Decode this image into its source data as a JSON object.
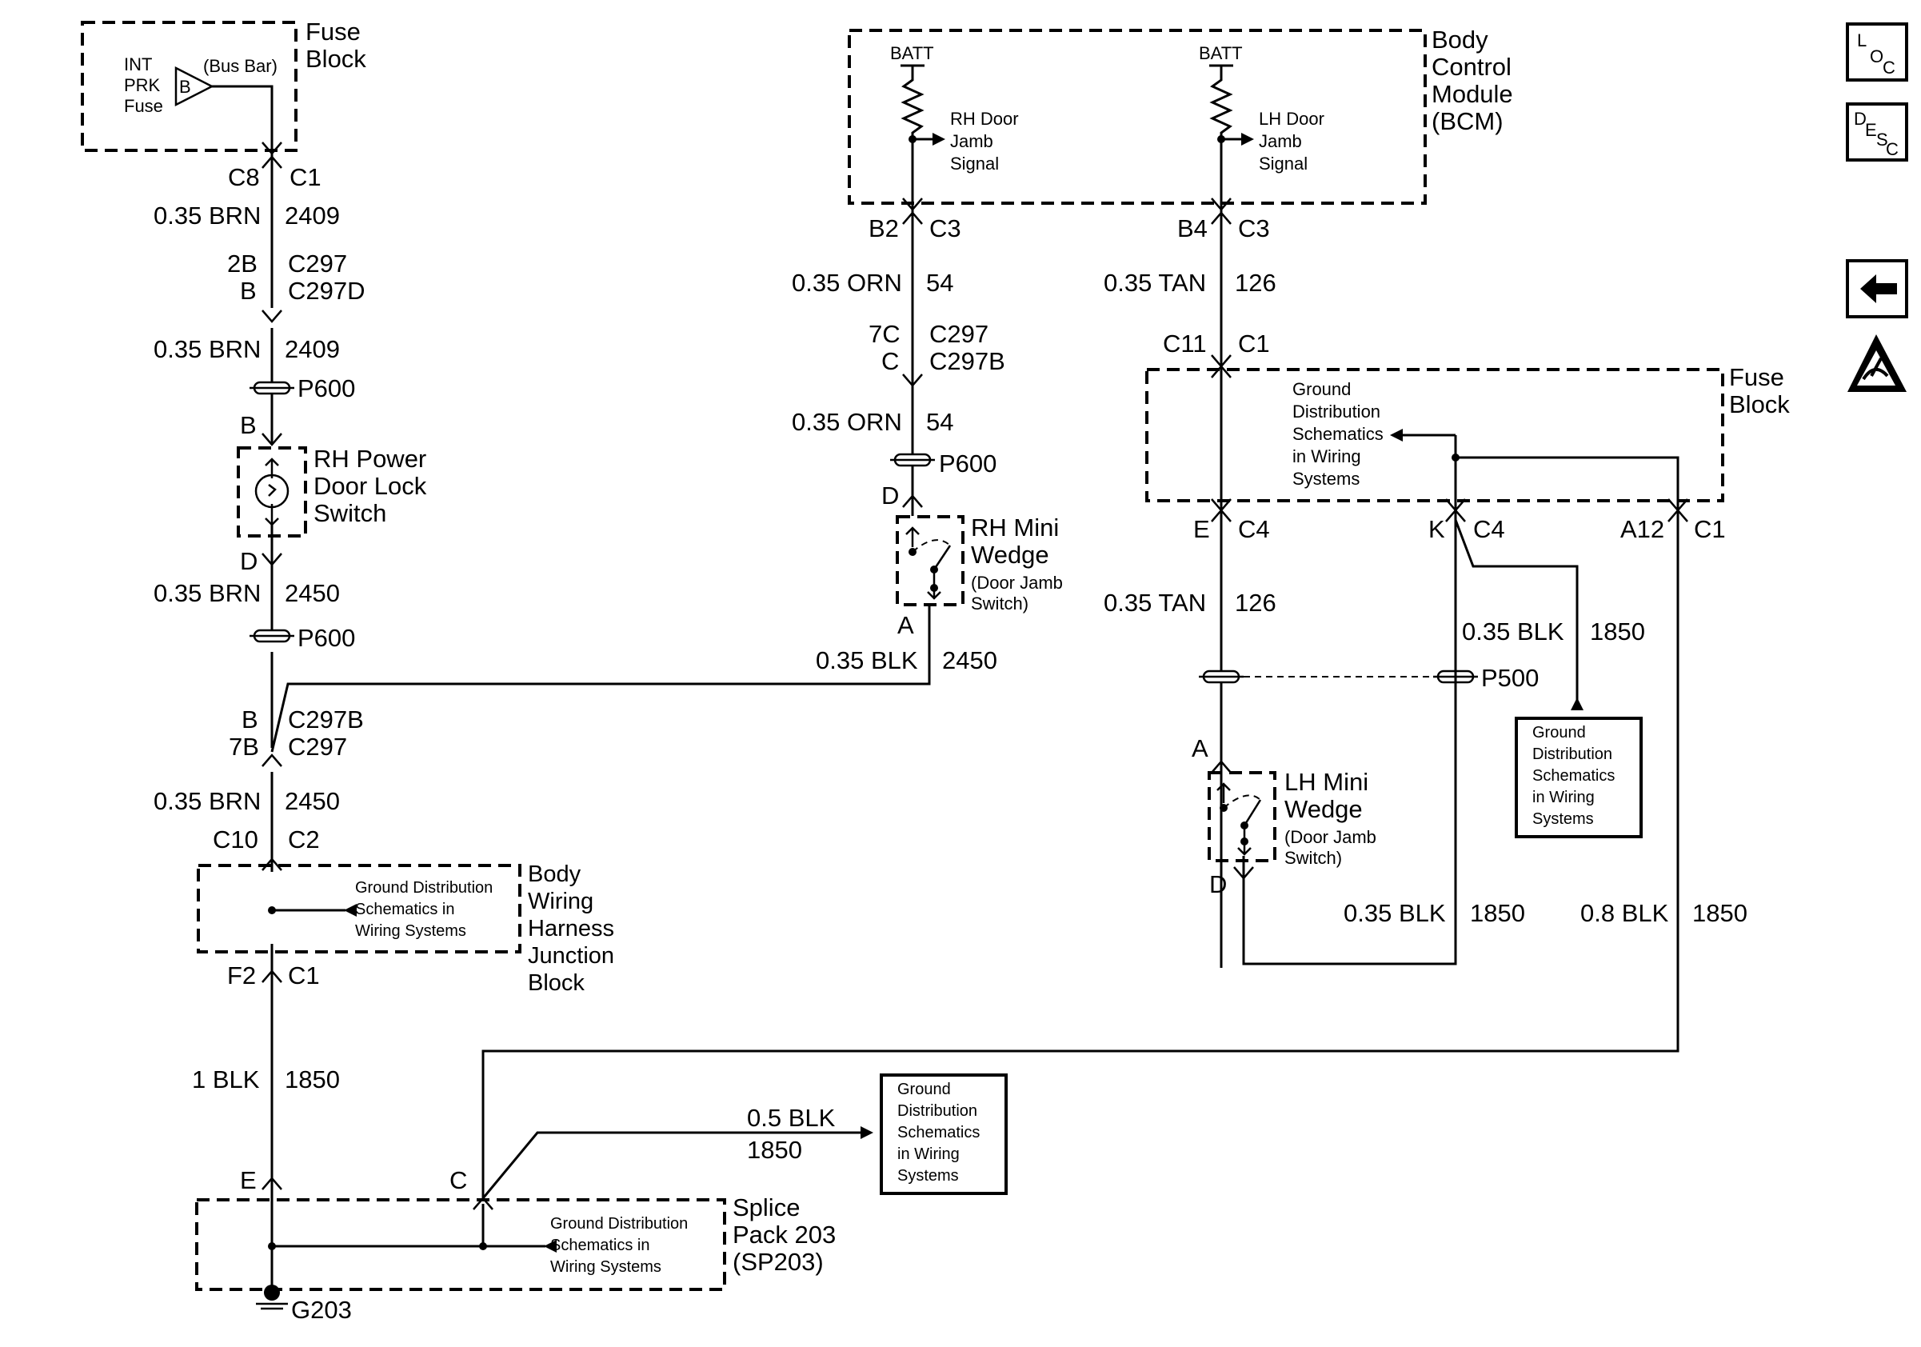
{
  "fuse_block_top": {
    "title": [
      "Fuse",
      "Block"
    ],
    "fuse_label": [
      "INT",
      "PRK",
      "Fuse"
    ],
    "bus_letter": "B",
    "bus_bar": "(Bus Bar)"
  },
  "left_column": {
    "conn_c8": "C8",
    "conn_c1_top": "C1",
    "wire1_gauge": "0.35 BRN",
    "wire1_circuit": "2409",
    "c297_pin_top": "2B",
    "c297_top": "C297",
    "c297d_pin": "B",
    "c297d": "C297D",
    "wire2_gauge": "0.35 BRN",
    "wire2_circuit": "2409",
    "p600_top": "P600",
    "switch_pin_b": "B",
    "switch_label": [
      "RH Power",
      "Door Lock",
      "Switch"
    ],
    "switch_pin_d": "D",
    "wire3_gauge": "0.35 BRN",
    "wire3_circuit": "2450",
    "p600_bottom": "P600",
    "c297b_pin": "B",
    "c297b": "C297B",
    "c297_pin_bottom": "7B",
    "c297_bottom": "C297",
    "wire4_gauge": "0.35 BRN",
    "wire4_circuit": "2450",
    "conn_c10": "C10",
    "conn_c2": "C2",
    "bwhjb_label": [
      "Body",
      "Wiring",
      "Harness",
      "Junction",
      "Block"
    ],
    "bwhjb_ground": [
      "Ground Distribution",
      "Schematics in",
      "Wiring Systems"
    ],
    "conn_f2": "F2",
    "conn_c1_bottom": "C1",
    "wire5_gauge": "1 BLK",
    "wire5_circuit": "1850",
    "splice_pin_e": "E",
    "splice_pin_c": "C",
    "splice_label": [
      "Splice",
      "Pack 203",
      "(SP203)"
    ],
    "splice_ground": [
      "Ground Distribution",
      "Schematics in",
      "Wiring Systems"
    ],
    "ground_g203": "G203",
    "branch_gauge": "0.5 BLK",
    "branch_circuit": "1850",
    "ground_box": [
      "Ground",
      "Distribution",
      "Schematics",
      "in Wiring",
      "Systems"
    ]
  },
  "bcm": {
    "title": [
      "Body",
      "Control",
      "Module",
      "(BCM)"
    ],
    "batt_left": "BATT",
    "batt_right": "BATT",
    "rh_signal": [
      "RH Door",
      "Jamb",
      "Signal"
    ],
    "lh_signal": [
      "LH Door",
      "Jamb",
      "Signal"
    ]
  },
  "rh_column": {
    "pin_b2": "B2",
    "conn_c3": "C3",
    "wire1_gauge": "0.35 ORN",
    "wire1_circuit": "54",
    "c297_pin": "7C",
    "c297": "C297",
    "c297b_pin": "C",
    "c297b": "C297B",
    "wire2_gauge": "0.35 ORN",
    "wire2_circuit": "54",
    "p600": "P600",
    "pin_d": "D",
    "switch_label": [
      "RH Mini",
      "Wedge"
    ],
    "switch_sub": [
      "(Door Jamb",
      "Switch)"
    ],
    "pin_a": "A",
    "wire3_gauge": "0.35 BLK",
    "wire3_circuit": "2450"
  },
  "lh_column": {
    "pin_b4": "B4",
    "conn_c3": "C3",
    "wire1_gauge": "0.35 TAN",
    "wire1_circuit": "126",
    "conn_c11": "C11",
    "conn_c1": "C1",
    "fuse_block_title": [
      "Fuse",
      "Block"
    ],
    "ground_text": [
      "Ground",
      "Distribution",
      "Schematics",
      "in Wiring",
      "Systems"
    ],
    "pin_e": "E",
    "conn_c4_left": "C4",
    "pin_k": "K",
    "conn_c4_right": "C4",
    "pin_a12": "A12",
    "conn_c1_right": "C1",
    "wire2_gauge": "0.35 TAN",
    "wire2_circuit": "126",
    "wire_k_gauge": "0.35 BLK",
    "wire_k_circuit": "1850",
    "p500": "P500",
    "ground_box": [
      "Ground",
      "Distribution",
      "Schematics",
      "in Wiring",
      "Systems"
    ],
    "pin_a": "A",
    "switch_label": [
      "LH Mini",
      "Wedge"
    ],
    "switch_sub": [
      "(Door Jamb",
      "Switch)"
    ],
    "pin_d": "D",
    "wire3_gauge": "0.35 BLK",
    "wire3_circuit": "1850",
    "wire4_gauge": "0.8 BLK",
    "wire4_circuit": "1850"
  },
  "nav": {
    "loc": {
      "l": "L",
      "o": "O",
      "c": "C"
    },
    "desc": {
      "d": "D",
      "e": "E",
      "s": "S",
      "c": "C"
    }
  }
}
